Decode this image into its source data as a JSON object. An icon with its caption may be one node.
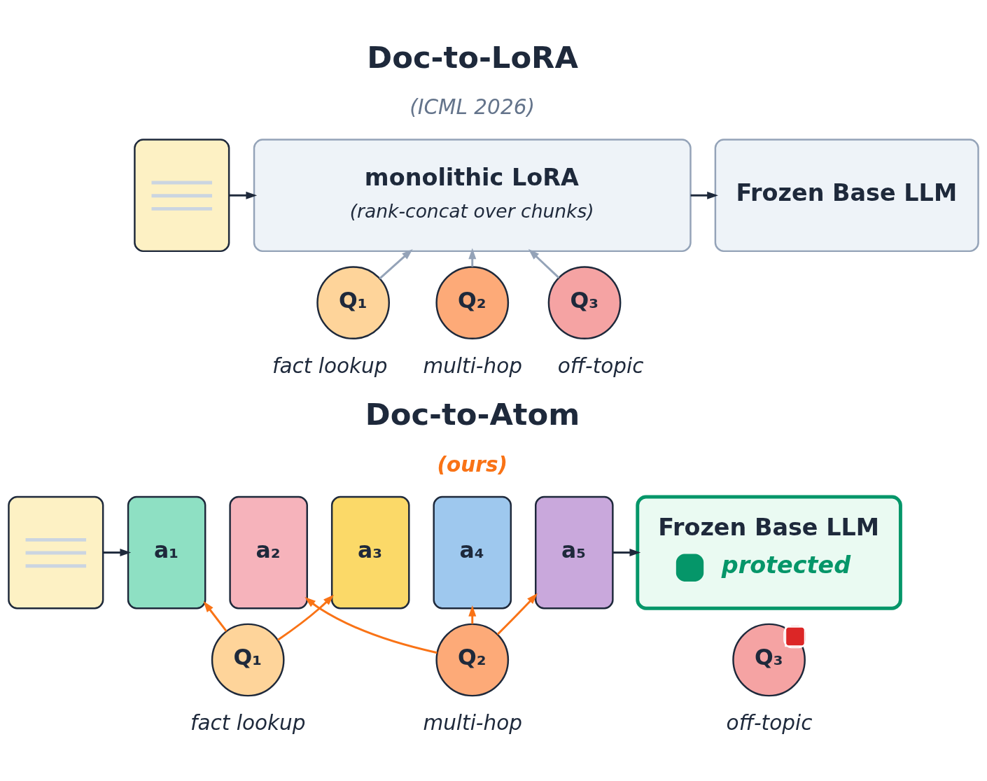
{
  "diagram": {
    "nodes": [
      {
        "text": [],
        "shape": "document"
      },
      {
        "text": [
          "monolithic LoRA",
          "(rank-concat over chunks)"
        ]
      },
      {
        "text": [
          "Frozen Base LLM"
        ]
      },
      {
        "text": [
          "Q₁"
        ],
        "beside": [
          "fact lookup"
        ]
      },
      {
        "text": [
          "Q₂"
        ],
        "beside": [
          "multi-hop"
        ]
      },
      {
        "text": [
          "Q₃"
        ],
        "beside": [
          "off-topic"
        ]
      },
      {
        "text": [],
        "shape": "document"
      },
      {
        "text": [
          "a₁"
        ]
      },
      {
        "text": [
          "a₂"
        ]
      },
      {
        "text": [
          "a₃"
        ]
      },
      {
        "text": [
          "a₄"
        ]
      },
      {
        "text": [
          "a₅"
        ]
      },
      {
        "text": [
          "Frozen Base LLM",
          "protected"
        ]
      },
      {
        "text": [
          "Q₁"
        ],
        "beside": [
          "fact lookup"
        ]
      },
      {
        "text": [
          "Q₂"
        ],
        "beside": [
          "multi-hop"
        ]
      },
      {
        "text": [
          "Q₃"
        ],
        "beside": [
          "off-topic"
        ]
      }
    ],
    "edges": [
      {
        "from": 0,
        "to": 1,
        "arrow": "to",
        "color": "#1e293b"
      },
      {
        "from": 1,
        "to": 2,
        "arrow": "to",
        "color": "#1e293b"
      },
      {
        "from": 3,
        "to": 1,
        "arrow": "to",
        "color": "#94a3b8"
      },
      {
        "from": 4,
        "to": 1,
        "arrow": "to",
        "color": "#94a3b8"
      },
      {
        "from": 5,
        "to": 1,
        "arrow": "to",
        "color": "#94a3b8"
      },
      {
        "from": 6,
        "to": 7,
        "arrow": "to",
        "color": "#1e293b"
      },
      {
        "from": 11,
        "to": 12,
        "arrow": "to",
        "color": "#1e293b"
      },
      {
        "from": 13,
        "to": 7,
        "arrow": "to"
      },
      {
        "from": 13,
        "to": 9,
        "arrow": "to"
      },
      {
        "from": 14,
        "to": 8,
        "arrow": "to"
      },
      {
        "from": 14,
        "to": 10,
        "arrow": "to"
      },
      {
        "from": 14,
        "to": 11,
        "arrow": "to"
      }
    ],
    "labels": [
      "Doc-to-LoRA",
      "(ICML 2026)",
      "Doc-to-Atom",
      "(ours)"
    ]
  }
}
